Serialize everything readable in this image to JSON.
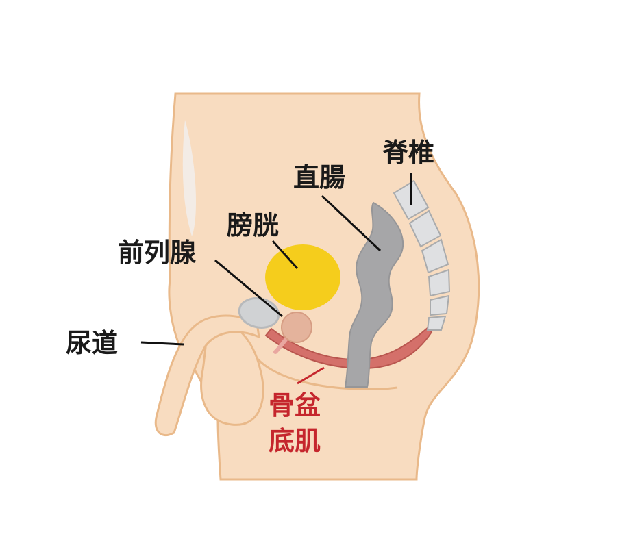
{
  "labels": {
    "spine": "脊椎",
    "rectum": "直腸",
    "bladder": "膀胱",
    "prostate": "前列腺",
    "urethra": "尿道",
    "pelvic_floor_line1": "骨盆",
    "pelvic_floor_line2": "底肌"
  },
  "colors": {
    "skin": "#f8dcc0",
    "skin_outline": "#e9b98a",
    "bladder": "#f5cd1c",
    "rectum": "#a6a6a8",
    "pelvic_floor_muscle": "#d4706a",
    "prostate": "#e4b39c",
    "seminal_vesicle": "#d0d2d4",
    "vertebra": "#dfe0e2",
    "label_text": "#1a1a1a",
    "pelvic_label_text": "#c5262d"
  }
}
